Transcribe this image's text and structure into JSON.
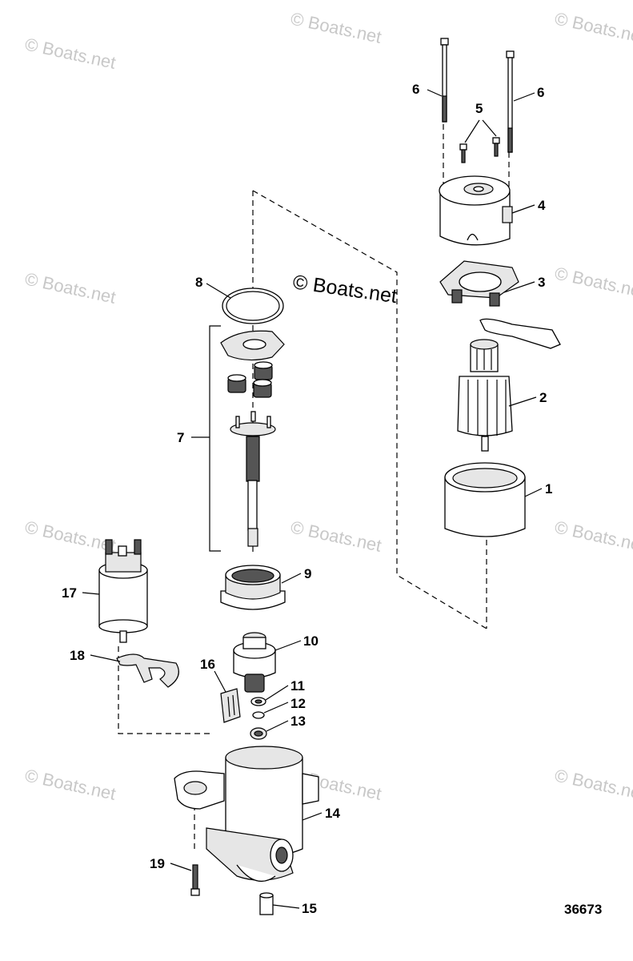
{
  "watermark": {
    "text": "© Boats.net",
    "main_text": "© Boats.net"
  },
  "figure_number": "36673",
  "callouts": {
    "p1": "1",
    "p2": "2",
    "p3": "3",
    "p4": "4",
    "p5": "5",
    "p6a": "6",
    "p6b": "6",
    "p7": "7",
    "p8": "8",
    "p9": "9",
    "p10": "10",
    "p11": "11",
    "p12": "12",
    "p13": "13",
    "p14": "14",
    "p15": "15",
    "p16": "16",
    "p17": "17",
    "p18": "18",
    "p19": "19"
  }
}
